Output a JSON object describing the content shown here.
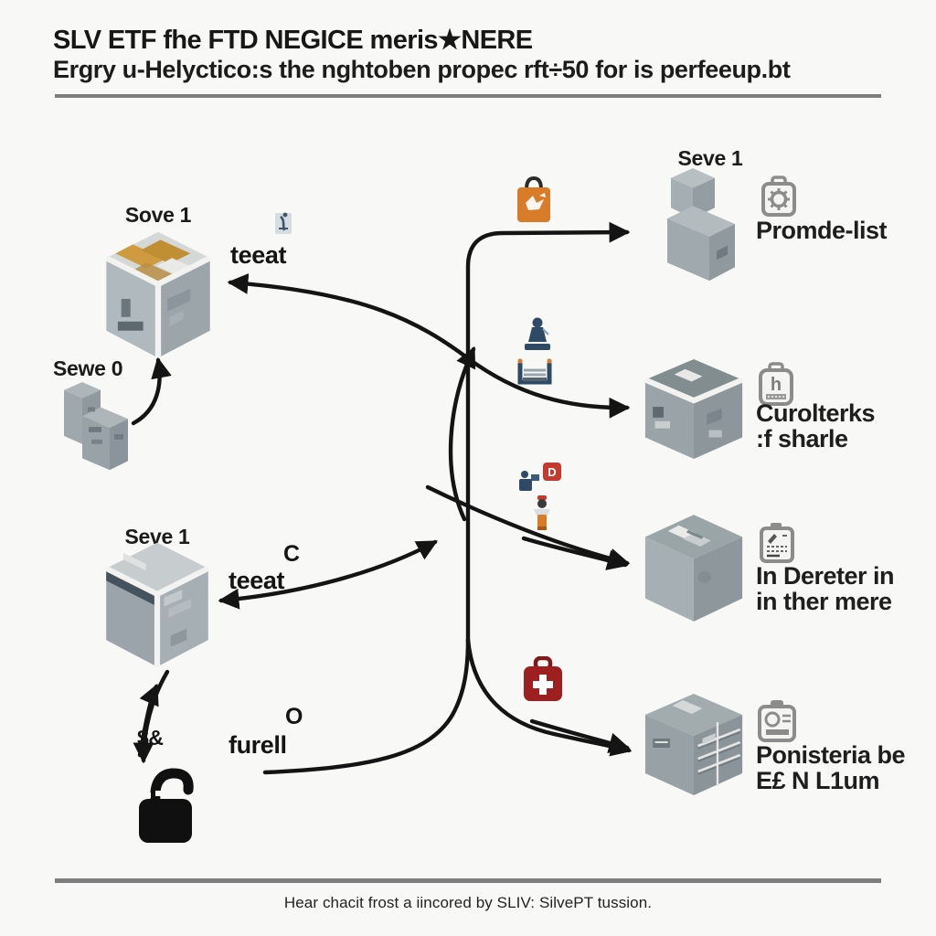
{
  "header": {
    "title": "SLV ETF fhe FTD NEGICE meris★NERE",
    "subtitle": "Ergry u-Helyctico:s the nghtoben propec rft÷50 for is perfeeup.bt"
  },
  "footer": {
    "caption": "Hear chacit frost a iincored by SLIV: SilvePT tussion."
  },
  "nodes": {
    "top_left_label": "Sove 1",
    "mid_left_label": "Sewe 0",
    "bottom_left_label": "Seve 1",
    "top_right_label": "Seve 1"
  },
  "annotations": {
    "teeat_top": "teeat",
    "c_letter": "C",
    "teeat_bottom": "teeat",
    "o_letter": "O",
    "furell": "furell",
    "money": "$&"
  },
  "right_items": [
    {
      "caption1": "Promde-list",
      "caption2": ""
    },
    {
      "caption1": "Curolterks",
      "caption2": ":f sharle"
    },
    {
      "caption1": "In Dereter in",
      "caption2": "in ther mere"
    },
    {
      "caption1": "Ponisteria be",
      "caption2": "E£ N L1um"
    }
  ],
  "icon_glyphs": {
    "h_badge": "h",
    "d_flag": "D"
  },
  "colors": {
    "accent_orange": "#d87c2a",
    "navy": "#2e4a66",
    "medkit_red": "#9e1f1f",
    "flag_red": "#c23b2e",
    "line": "#141414",
    "cube_gray": "#97a1a6"
  }
}
